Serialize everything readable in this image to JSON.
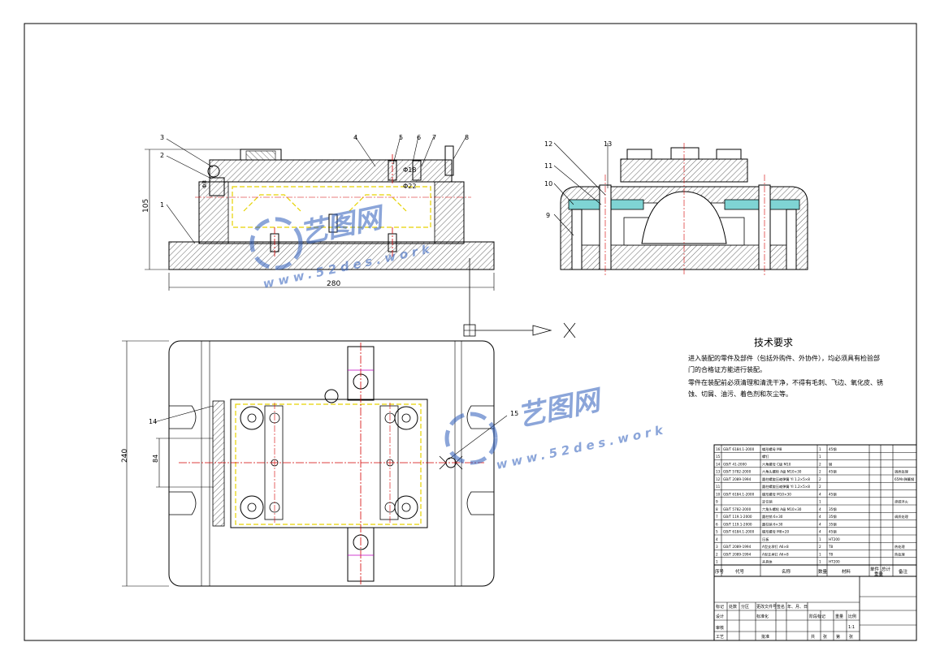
{
  "dimensions": {
    "front_width": "280",
    "front_height": "105",
    "plan_height": "240",
    "dim_phi_small": "Φ18",
    "dim_phi_large": "Φ22",
    "dim_side_left": "Φ8",
    "dim_plan_inner": "84"
  },
  "balloons": {
    "front": [
      "1",
      "2",
      "3",
      "4",
      "5",
      "6",
      "7",
      "8"
    ],
    "side": [
      "9",
      "10",
      "11",
      "12",
      "13"
    ],
    "plan": [
      "14",
      "15"
    ]
  },
  "tech_requirements": {
    "title": "技术要求",
    "lines": [
      "进入装配的零件及部件（包括外购件、外协件），均必须具有检验部",
      "门的合格证方能进行装配。",
      "零件在装配前必须清理和清洗干净，不得有毛刺、飞边、氧化皮、锈",
      "蚀、切屑、油污、着色剂和灰尘等。"
    ]
  },
  "bom": {
    "rows": [
      {
        "no": "16",
        "code": "GB/T 6184.1-2000",
        "name": "蝶形螺母 M8",
        "qty": "1",
        "mat": "45钢",
        "note": ""
      },
      {
        "no": "15",
        "code": "",
        "name": "螺钉",
        "qty": "1",
        "mat": "",
        "note": ""
      },
      {
        "no": "14",
        "code": "GB/T 41-2000",
        "name": "六角螺母 C级 M10",
        "qty": "2",
        "mat": "钢",
        "note": ""
      },
      {
        "no": "13",
        "code": "GB/T 5782-2000",
        "name": "六角头螺栓 A级 M10×30",
        "qty": "2",
        "mat": "45钢",
        "note": "调质处理"
      },
      {
        "no": "12",
        "code": "GB/T 2089-1994",
        "name": "圆柱螺旋压缩弹簧 YI 1.2×5×8",
        "qty": "2",
        "mat": "",
        "note": "65Mn弹簧钢"
      },
      {
        "no": "11",
        "code": "",
        "name": "圆柱螺旋压缩弹簧 YI 1.2×5×8",
        "qty": "2",
        "mat": "",
        "note": ""
      },
      {
        "no": "10",
        "code": "GB/T 6184.1-2000",
        "name": "蝶形螺母 M10×30",
        "qty": "4",
        "mat": "45钢",
        "note": ""
      },
      {
        "no": "9",
        "code": "",
        "name": "定位销",
        "qty": "1",
        "mat": "",
        "note": "渗碳淬火"
      },
      {
        "no": "8",
        "code": "GB/T 5782-2000",
        "name": "六角头螺栓 A级 M10×30",
        "qty": "4",
        "mat": "35钢",
        "note": ""
      },
      {
        "no": "7",
        "code": "GB/T 119.1-2000",
        "name": "圆柱销 6×30",
        "qty": "4",
        "mat": "35钢",
        "note": "调质处理"
      },
      {
        "no": "6",
        "code": "GB/T 119.1-2000",
        "name": "圆柱销 6×30",
        "qty": "4",
        "mat": "35钢",
        "note": ""
      },
      {
        "no": "5",
        "code": "GB/T 6184.1-2000",
        "name": "蝶形螺母 M8×20",
        "qty": "4",
        "mat": "45钢",
        "note": ""
      },
      {
        "no": "4",
        "code": "",
        "name": "压板",
        "qty": "1",
        "mat": "HT200",
        "note": ""
      },
      {
        "no": "3",
        "code": "GB/T 2089-1994",
        "name": "A型支承钉 A6×8",
        "qty": "2",
        "mat": "T8",
        "note": "热处理"
      },
      {
        "no": "2",
        "code": "GB/T 2089-1994",
        "name": "A型支承钉 A6×8",
        "qty": "1",
        "mat": "T8",
        "note": "热处理"
      },
      {
        "no": "1",
        "code": "",
        "name": "夹具体",
        "qty": "1",
        "mat": "HT200",
        "note": ""
      }
    ],
    "header": {
      "no": "序号",
      "code": "代号",
      "name": "名称",
      "qty": "数量",
      "mat": "材料",
      "unit": "单件",
      "total": "总计",
      "weight": "重量",
      "note": "备注"
    }
  },
  "title_block": {
    "labels": [
      "标记",
      "处数",
      "分区",
      "更改文件号",
      "签名",
      "年、月、日",
      "设计",
      "标准化",
      "阶段标记",
      "重量",
      "比例",
      "审核",
      "工艺",
      "批准",
      "共",
      "张",
      "第",
      "张"
    ],
    "scale": "1:1"
  },
  "watermark": {
    "brand": "艺图网",
    "url": "www.52des.work"
  },
  "colors": {
    "line": "#000000",
    "center_line": "#d40000",
    "workpiece": "#e6d200",
    "cyan_part": "#7fd4d4",
    "magenta": "#c000c0",
    "watermark": "#2d5dbb"
  }
}
